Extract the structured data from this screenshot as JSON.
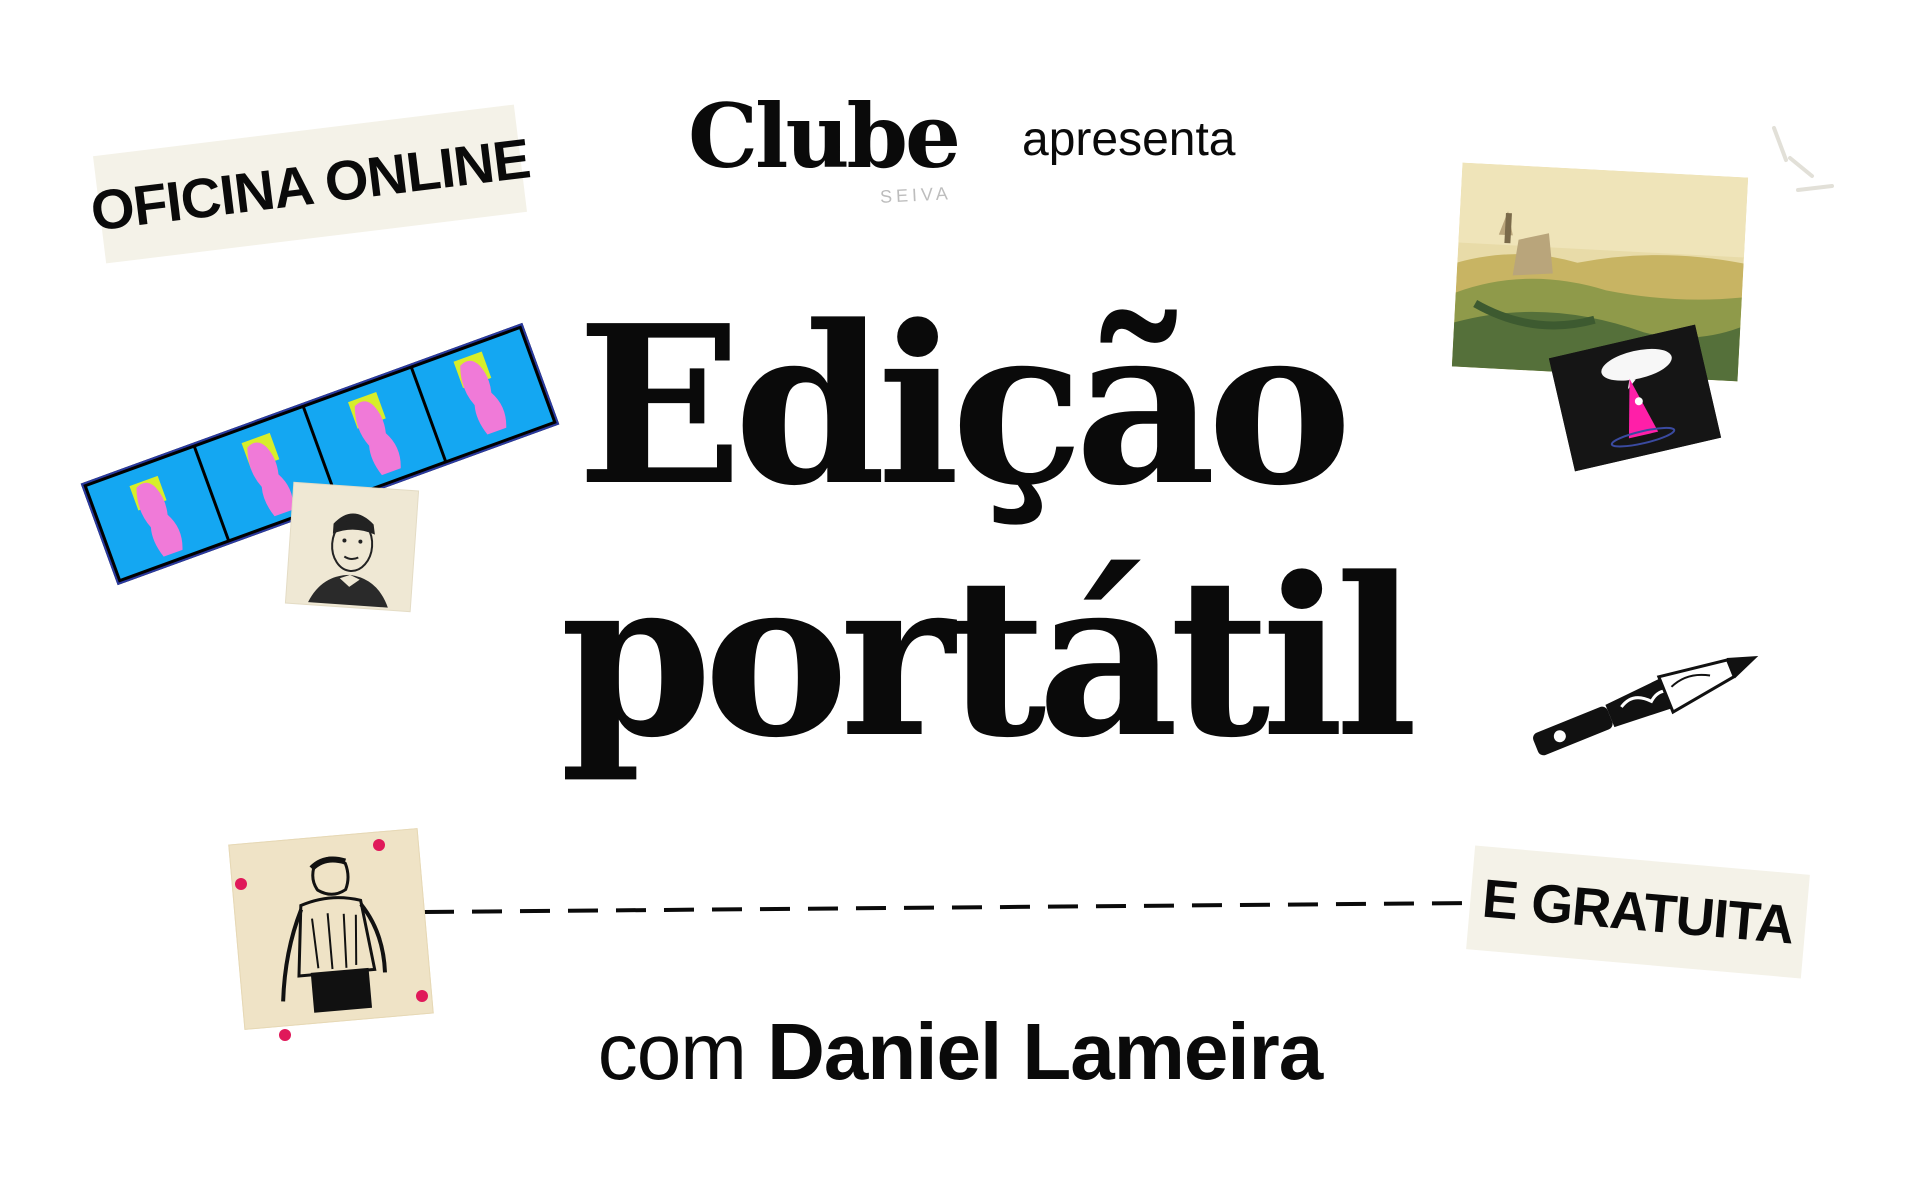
{
  "header": {
    "brand": "Clube",
    "presents": "apresenta",
    "brand_mark": "SEIVA"
  },
  "title": {
    "line1": "Edição",
    "line2": "portátil"
  },
  "presenter": {
    "prefix": "com",
    "name": "Daniel Lameira"
  },
  "labels": {
    "format": "OFICINA ONLINE",
    "price": "E GRATUITA"
  },
  "colors": {
    "background": "#ffffff",
    "text": "#0a0a0a",
    "label_paper": "#f4f2e8",
    "filmstrip_blue": "#14a7f2",
    "figure_pink": "#f07ad8",
    "handle_pink": "#e0195a"
  },
  "images": [
    {
      "name": "filmstrip-collage"
    },
    {
      "name": "engraved-man-portrait"
    },
    {
      "name": "landscape-painting"
    },
    {
      "name": "comic-panel-pink-wizard"
    },
    {
      "name": "ink-drawing-man"
    },
    {
      "name": "pen-drawing"
    }
  ]
}
